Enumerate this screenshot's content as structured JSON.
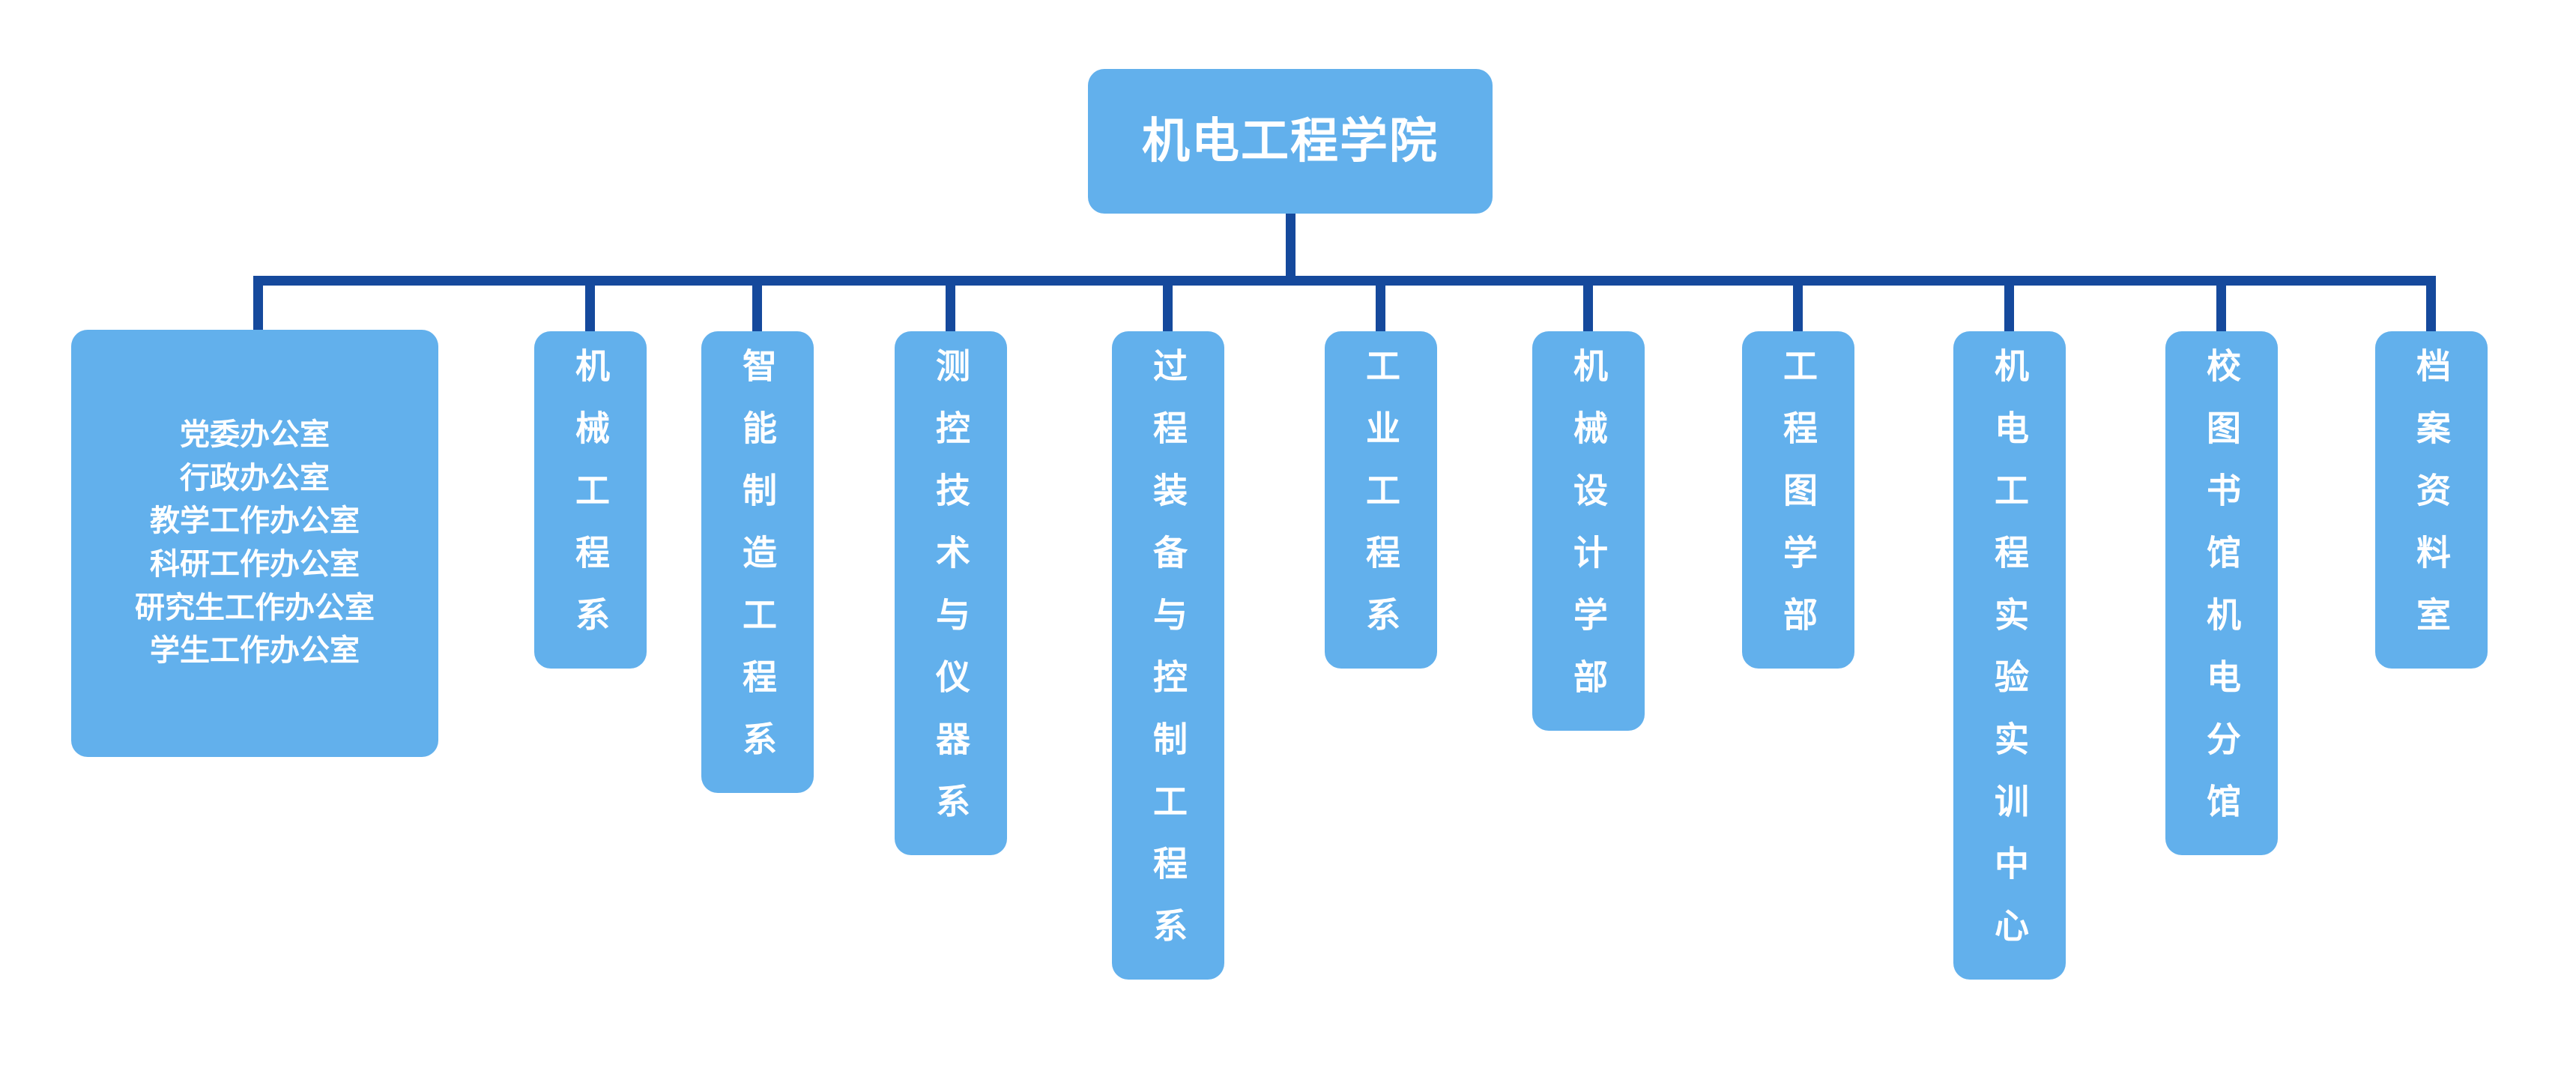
{
  "colors": {
    "node_fill": "#62b0ec",
    "node_text": "#ffffff",
    "connector": "#15499c",
    "background": "#ffffff"
  },
  "org_chart": {
    "type": "organization-tree",
    "orientation": "top-down",
    "root": {
      "label": "机电工程学院",
      "text_direction": "horizontal"
    },
    "children": [
      {
        "label": "党委办公室 行政办公室 教学工作办公室 科研工作办公室 研究生工作办公室 学生工作办公室",
        "text_direction": "horizontal",
        "lines": [
          "党委办公室",
          "行政办公室",
          "教学工作办公室",
          "科研工作办公室",
          "研究生工作办公室",
          "学生工作办公室"
        ]
      },
      {
        "label": "机械工程系",
        "text_direction": "vertical",
        "chars": 5
      },
      {
        "label": "智能制造工程系",
        "text_direction": "vertical",
        "chars": 7
      },
      {
        "label": "测控技术与仪器系",
        "text_direction": "vertical",
        "chars": 8
      },
      {
        "label": "过程装备与控制工程系",
        "text_direction": "vertical",
        "chars": 10
      },
      {
        "label": "工业工程系",
        "text_direction": "vertical",
        "chars": 5
      },
      {
        "label": "机械设计学部",
        "text_direction": "vertical",
        "chars": 6
      },
      {
        "label": "工程图学部",
        "text_direction": "vertical",
        "chars": 5
      },
      {
        "label": "机电工程实验实训中心",
        "text_direction": "vertical",
        "chars": 10
      },
      {
        "label": "校图书馆机电分馆",
        "text_direction": "vertical",
        "chars": 8
      },
      {
        "label": "档案资料室",
        "text_direction": "vertical",
        "chars": 5
      }
    ]
  }
}
